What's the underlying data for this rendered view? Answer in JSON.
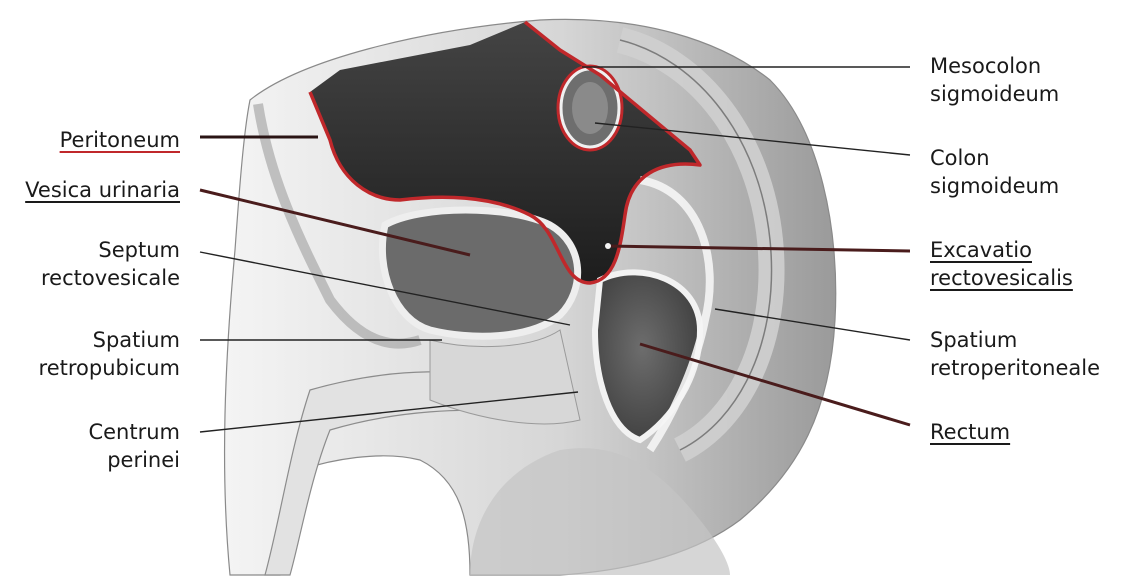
{
  "labels": {
    "peritoneum": "Peritoneum",
    "vesica_urinaria": "Vesica urinaria",
    "septum_1": "Septum",
    "septum_2": "rectovesicale",
    "spatium_retropubicum_1": "Spatium",
    "spatium_retropubicum_2": "retropubicum",
    "centrum_1": "Centrum",
    "centrum_2": "perinei",
    "mesocolon_1": "Mesocolon",
    "mesocolon_2": "sigmoideum",
    "colon_1": "Colon",
    "colon_2": "sigmoideum",
    "excavatio_1": "Excavatio",
    "excavatio_2": "rectovesicalis",
    "spatium_retroperitoneale_1": "Spatium",
    "spatium_retroperitoneale_2": "retroperitoneale",
    "rectum": "Rectum"
  },
  "colors": {
    "peritoneum_line": "#c0282b",
    "leader_line": "#222222",
    "dark_leader": "#4a1c1c",
    "cavity": "#2b2b2b",
    "tissue_light": "#e6e6e6",
    "tissue_mid": "#bdbdbd"
  }
}
